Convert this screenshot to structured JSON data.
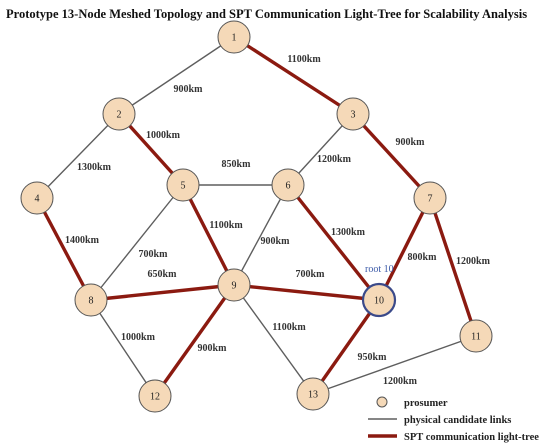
{
  "title": "Prototype 13-Node Meshed Topology and SPT Communication Light-Tree for Scalability Analysis",
  "root_label": "root 10",
  "colors": {
    "node_fill": "#f5d9b8",
    "physical_link": "#5e5e5e",
    "tree_link": "#8b1a10",
    "root_outline": "#3b4a8a"
  },
  "nodes": [
    {
      "id": "1",
      "label": "1"
    },
    {
      "id": "2",
      "label": "2"
    },
    {
      "id": "3",
      "label": "3"
    },
    {
      "id": "4",
      "label": "4"
    },
    {
      "id": "5",
      "label": "5"
    },
    {
      "id": "6",
      "label": "6"
    },
    {
      "id": "7",
      "label": "7"
    },
    {
      "id": "8",
      "label": "8"
    },
    {
      "id": "9",
      "label": "9"
    },
    {
      "id": "10",
      "label": "10",
      "root": true
    },
    {
      "id": "11",
      "label": "11"
    },
    {
      "id": "12",
      "label": "12"
    },
    {
      "id": "13",
      "label": "13"
    }
  ],
  "edges": [
    {
      "from": "1",
      "to": "2",
      "label": "900km",
      "tree": false
    },
    {
      "from": "1",
      "to": "3",
      "label": "1100km",
      "tree": true
    },
    {
      "from": "2",
      "to": "4",
      "label": "1300km",
      "tree": false
    },
    {
      "from": "2",
      "to": "5",
      "label": "1000km",
      "tree": true
    },
    {
      "from": "3",
      "to": "6",
      "label": "1200km",
      "tree": false
    },
    {
      "from": "3",
      "to": "7",
      "label": "900km",
      "tree": true
    },
    {
      "from": "5",
      "to": "6",
      "label": "850km",
      "tree": false
    },
    {
      "from": "4",
      "to": "8",
      "label": "1400km",
      "tree": true
    },
    {
      "from": "5",
      "to": "8",
      "label": "700km",
      "tree": false
    },
    {
      "from": "5",
      "to": "9",
      "label": "1100km",
      "tree": true
    },
    {
      "from": "6",
      "to": "9",
      "label": "900km",
      "tree": false
    },
    {
      "from": "6",
      "to": "10",
      "label": "1300km",
      "tree": true
    },
    {
      "from": "7",
      "to": "10",
      "label": "800km",
      "tree": true
    },
    {
      "from": "7",
      "to": "11",
      "label": "1200km",
      "tree": true
    },
    {
      "from": "8",
      "to": "9",
      "label": "650km",
      "tree": true
    },
    {
      "from": "9",
      "to": "10",
      "label": "700km",
      "tree": true
    },
    {
      "from": "8",
      "to": "12",
      "label": "1000km",
      "tree": false
    },
    {
      "from": "9",
      "to": "12",
      "label": "900km",
      "tree": true
    },
    {
      "from": "9",
      "to": "13",
      "label": "1100km",
      "tree": false
    },
    {
      "from": "10",
      "to": "13",
      "label": "950km",
      "tree": true
    },
    {
      "from": "11",
      "to": "13",
      "label": "1200km",
      "tree": false
    }
  ],
  "legend": [
    {
      "key": "prosumer",
      "label": "prosumer"
    },
    {
      "key": "physical",
      "label": "physical candidate links"
    },
    {
      "key": "tree",
      "label": "SPT communication light-tree"
    }
  ]
}
